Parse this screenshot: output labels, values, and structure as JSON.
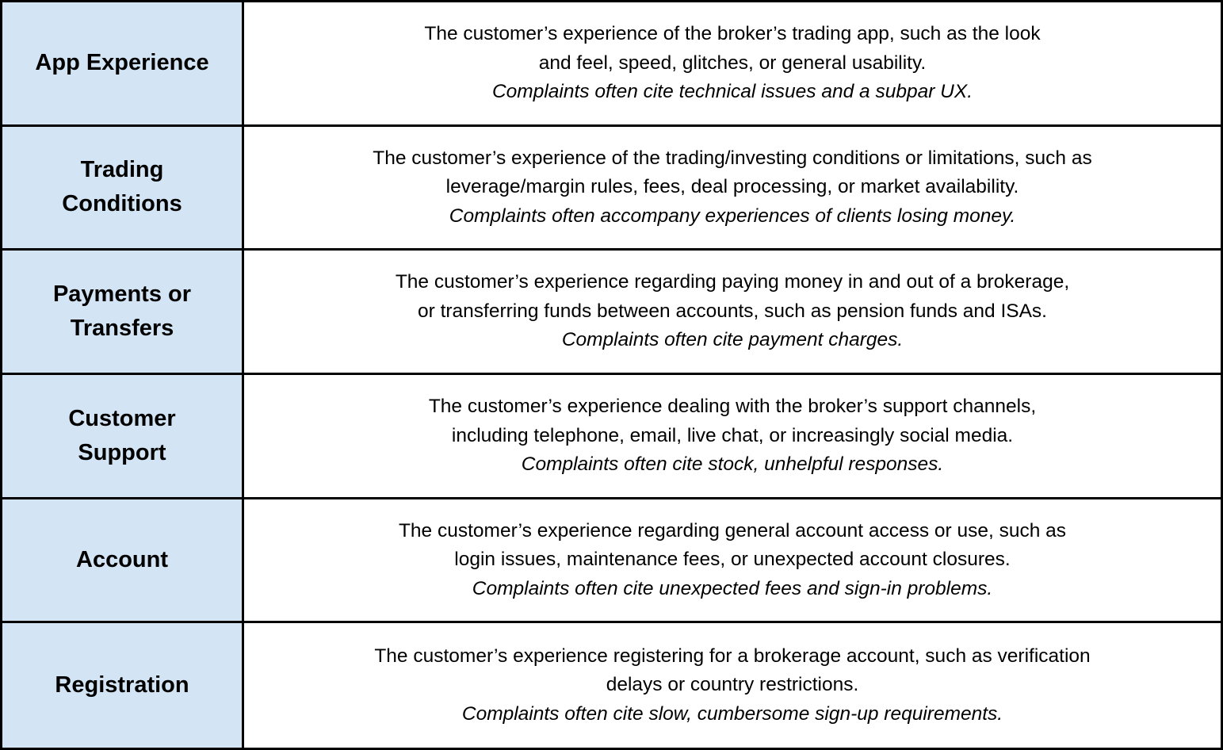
{
  "rows": [
    {
      "category": "App Experience",
      "lines": [
        "The customer’s experience of the broker’s trading app, such as the look",
        "and feel, speed, glitches, or general usability."
      ],
      "note": "Complaints often cite technical issues and a subpar UX."
    },
    {
      "category": "Trading Conditions",
      "category_lines": [
        "Trading",
        "Conditions"
      ],
      "lines": [
        "The customer’s experience of the trading/investing conditions or limitations, such as",
        "leverage/margin rules, fees, deal processing, or market availability."
      ],
      "note": "Complaints often accompany experiences of clients losing money."
    },
    {
      "category": "Payments or Transfers",
      "category_lines": [
        "Payments or",
        "Transfers"
      ],
      "lines": [
        "The customer’s experience regarding paying money in and out of a brokerage,",
        "or transferring funds between accounts, such as pension funds and ISAs."
      ],
      "note": "Complaints often cite payment charges."
    },
    {
      "category": "Customer Support",
      "category_lines": [
        "Customer",
        "Support"
      ],
      "lines": [
        "The customer’s experience dealing with the broker’s support channels,",
        "including telephone, email, live chat, or increasingly social media."
      ],
      "note": "Complaints often cite stock, unhelpful responses."
    },
    {
      "category": "Account",
      "lines": [
        "The customer’s experience regarding general account access or use, such as",
        "login issues, maintenance fees, or unexpected account closures."
      ],
      "note": "Complaints often cite unexpected fees and sign-in problems."
    },
    {
      "category": "Registration",
      "lines": [
        "The customer’s experience registering for a brokerage account, such as verification",
        "delays or country restrictions."
      ],
      "note": "Complaints often cite slow, cumbersome sign-up requirements."
    }
  ],
  "colors": {
    "category_fill": "#d3e5f5",
    "border": "#000000",
    "text": "#000000"
  }
}
